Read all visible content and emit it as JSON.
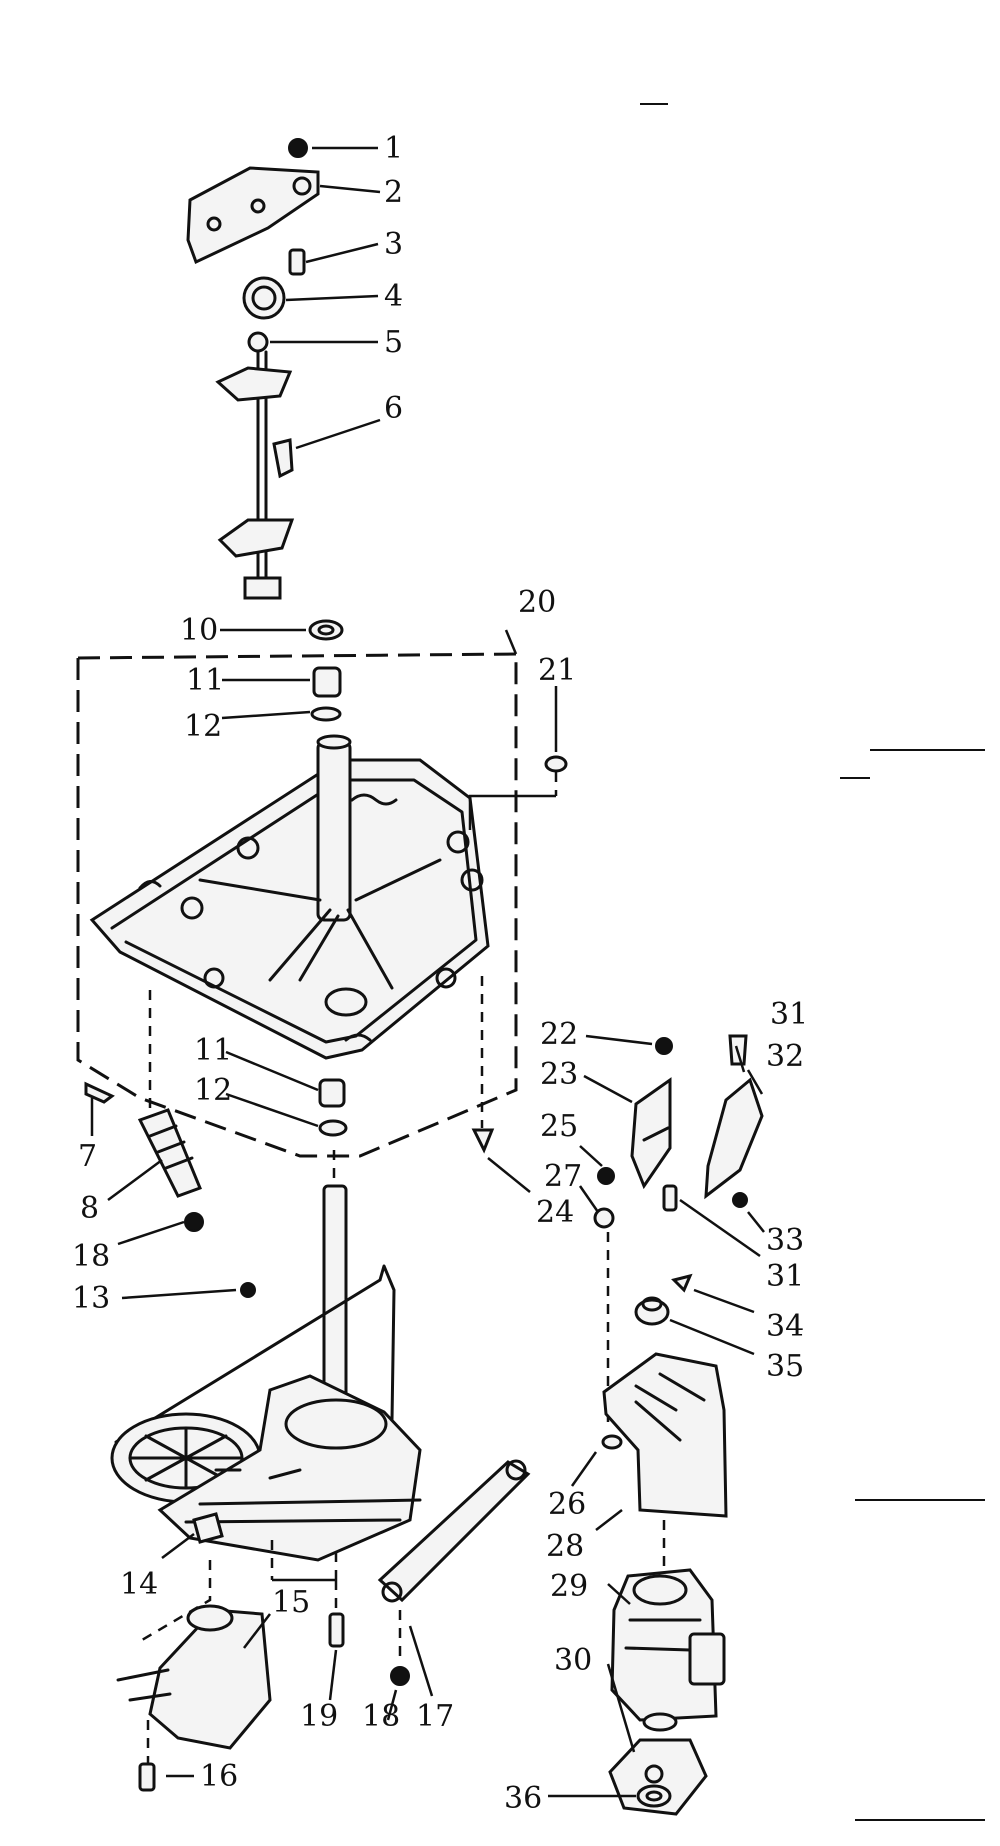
{
  "diagram": {
    "callouts": [
      {
        "id": "1",
        "label": "1"
      },
      {
        "id": "2",
        "label": "2"
      },
      {
        "id": "3",
        "label": "3"
      },
      {
        "id": "4",
        "label": "4"
      },
      {
        "id": "5",
        "label": "5"
      },
      {
        "id": "6",
        "label": "6"
      },
      {
        "id": "7",
        "label": "7"
      },
      {
        "id": "8",
        "label": "8"
      },
      {
        "id": "10",
        "label": "10"
      },
      {
        "id": "11a",
        "label": "11"
      },
      {
        "id": "11b",
        "label": "11"
      },
      {
        "id": "12a",
        "label": "12"
      },
      {
        "id": "12b",
        "label": "12"
      },
      {
        "id": "13",
        "label": "13"
      },
      {
        "id": "14",
        "label": "14"
      },
      {
        "id": "15",
        "label": "15"
      },
      {
        "id": "16",
        "label": "16"
      },
      {
        "id": "17",
        "label": "17"
      },
      {
        "id": "18a",
        "label": "18"
      },
      {
        "id": "18b",
        "label": "18"
      },
      {
        "id": "19",
        "label": "19"
      },
      {
        "id": "20",
        "label": "20"
      },
      {
        "id": "21",
        "label": "21"
      },
      {
        "id": "22",
        "label": "22"
      },
      {
        "id": "23",
        "label": "23"
      },
      {
        "id": "24",
        "label": "24"
      },
      {
        "id": "25",
        "label": "25"
      },
      {
        "id": "26",
        "label": "26"
      },
      {
        "id": "27",
        "label": "27"
      },
      {
        "id": "28",
        "label": "28"
      },
      {
        "id": "29",
        "label": "29"
      },
      {
        "id": "30",
        "label": "30"
      },
      {
        "id": "31a",
        "label": "31"
      },
      {
        "id": "31b",
        "label": "31"
      },
      {
        "id": "32",
        "label": "32"
      },
      {
        "id": "33",
        "label": "33"
      },
      {
        "id": "34",
        "label": "34"
      },
      {
        "id": "35",
        "label": "35"
      },
      {
        "id": "36",
        "label": "36"
      }
    ]
  },
  "colors": {
    "ink": "#111111",
    "paper": "#ffffff"
  }
}
